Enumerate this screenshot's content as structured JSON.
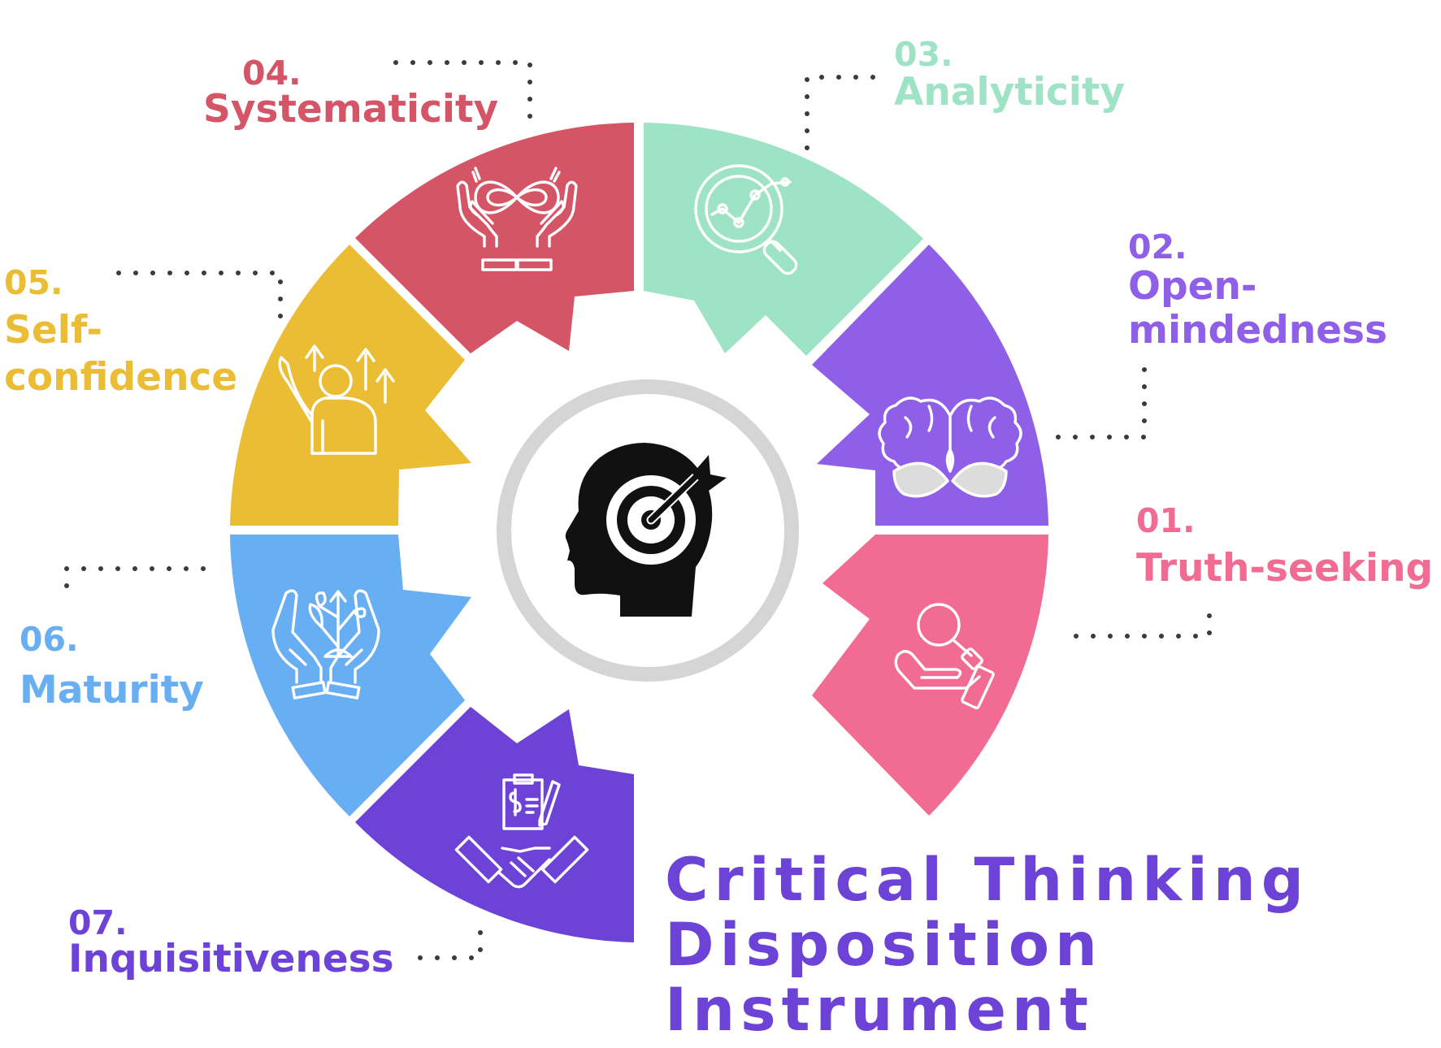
{
  "title_lines": [
    "Critical Thinking",
    "Disposition",
    "Instrument"
  ],
  "colors": {
    "truth": "#f26b92",
    "open": "#8f5fe8",
    "analytic": "#9fe3c6",
    "system": "#d45566",
    "confidence": "#ebbd35",
    "maturity": "#67aef2",
    "inquisitive": "#6d42d6",
    "ring": "#d5d5d5",
    "title": "#6d42d6",
    "leader": "#3b3b3b"
  },
  "items": [
    {
      "number": "01.",
      "label_lines": [
        "Truth-seeking"
      ],
      "color": "#f26b92",
      "icon": "hand-magnifier-icon"
    },
    {
      "number": "02.",
      "label_lines": [
        "Open-",
        "mindedness"
      ],
      "color": "#8f5fe8",
      "icon": "brain-leaves-icon"
    },
    {
      "number": "03.",
      "label_lines": [
        "Analyticity"
      ],
      "color": "#9fe3c6",
      "icon": "magnifier-chart-icon"
    },
    {
      "number": "04.",
      "label_lines": [
        "Systematicity"
      ],
      "color": "#d45566",
      "icon": "infinity-hands-icon"
    },
    {
      "number": "05.",
      "label_lines": [
        "Self-",
        "confidence"
      ],
      "color": "#ebbd35",
      "icon": "person-arrows-icon"
    },
    {
      "number": "06.",
      "label_lines": [
        "Maturity"
      ],
      "color": "#67aef2",
      "icon": "hands-plant-icon"
    },
    {
      "number": "07.",
      "label_lines": [
        "Inquisitiveness"
      ],
      "color": "#6d42d6",
      "icon": "handshake-contract-icon"
    }
  ],
  "center_icon": "head-target-icon"
}
